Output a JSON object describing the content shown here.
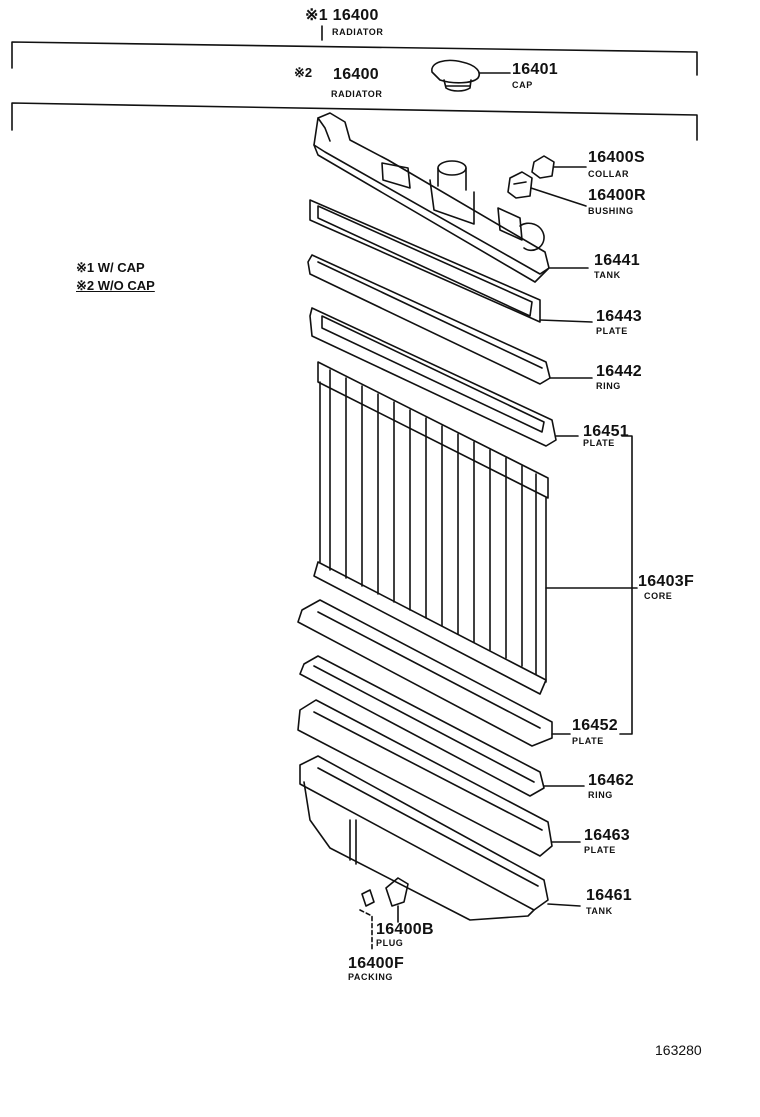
{
  "header": {
    "top_part": "※1 16400",
    "top_name": "RADIATOR",
    "second_mark": "※2",
    "second_part": "16400",
    "second_name": "RADIATOR"
  },
  "legend": {
    "line1": "※1 W/ CAP",
    "line2": "※2 W/O CAP"
  },
  "callouts": [
    {
      "id": "cap",
      "part": "16401",
      "name": "CAP"
    },
    {
      "id": "collar",
      "part": "16400S",
      "name": "COLLAR"
    },
    {
      "id": "bushing",
      "part": "16400R",
      "name": "BUSHING"
    },
    {
      "id": "tank-upper",
      "part": "16441",
      "name": "TANK"
    },
    {
      "id": "plate-upper",
      "part": "16443",
      "name": "PLATE"
    },
    {
      "id": "ring-upper",
      "part": "16442",
      "name": "RING"
    },
    {
      "id": "plate-core-top",
      "part": "16451",
      "name": "PLATE"
    },
    {
      "id": "core",
      "part": "16403F",
      "name": "CORE"
    },
    {
      "id": "plate-core-bottom",
      "part": "16452",
      "name": "PLATE"
    },
    {
      "id": "ring-lower",
      "part": "16462",
      "name": "RING"
    },
    {
      "id": "plate-lower",
      "part": "16463",
      "name": "PLATE"
    },
    {
      "id": "tank-lower",
      "part": "16461",
      "name": "TANK"
    },
    {
      "id": "plug",
      "part": "16400B",
      "name": "PLUG"
    },
    {
      "id": "packing",
      "part": "16400F",
      "name": "PACKING"
    }
  ],
  "catalog_number": "163280"
}
